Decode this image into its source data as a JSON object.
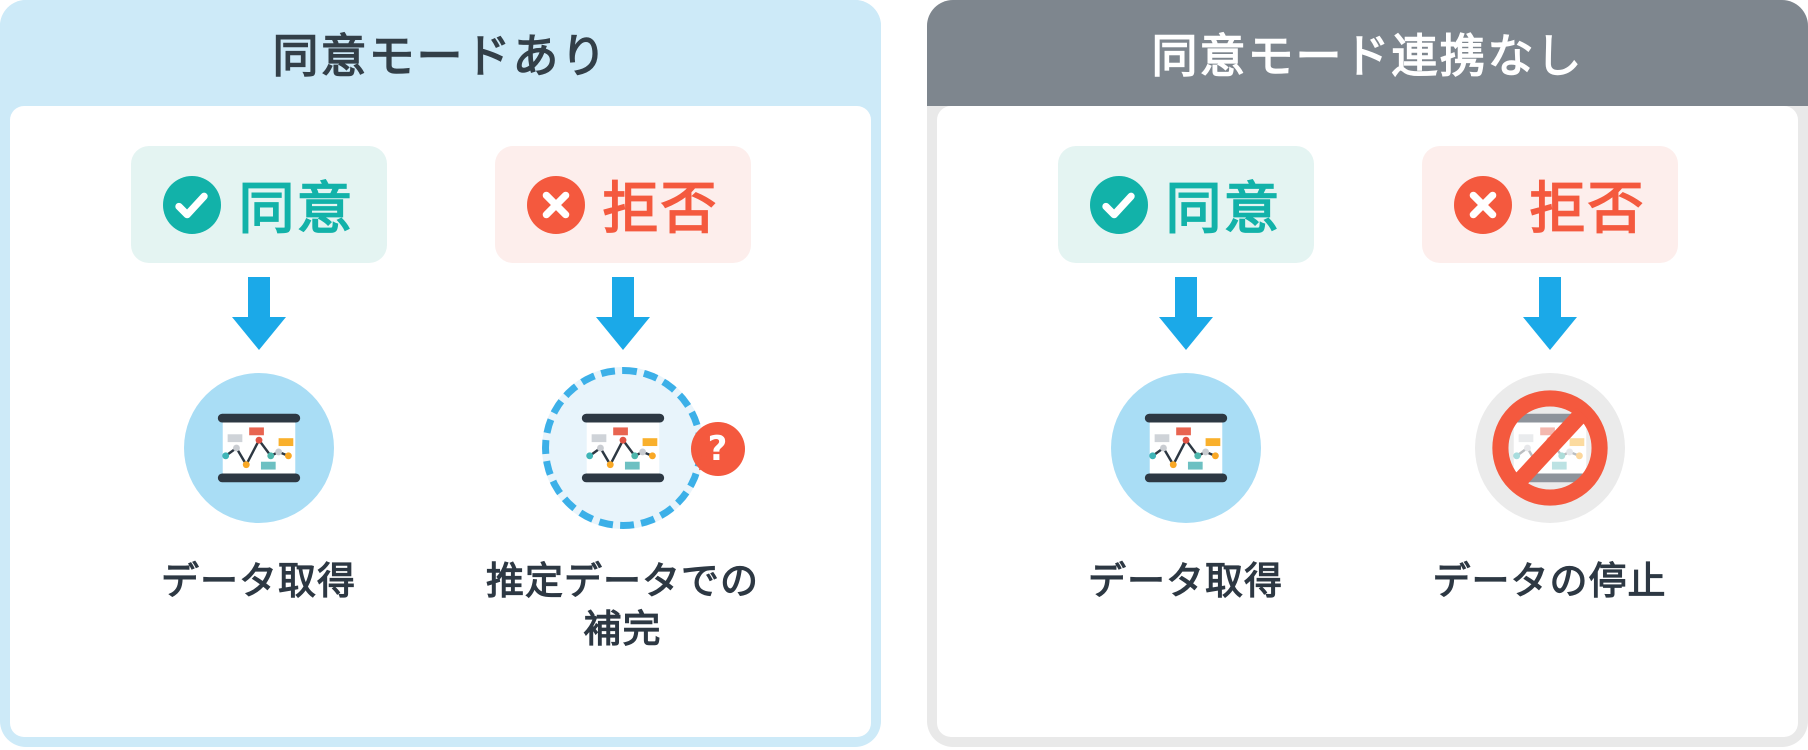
{
  "panels": [
    {
      "title": "同意モードあり",
      "columns": [
        {
          "badge": {
            "icon": "check-circle-icon",
            "label": "同意"
          },
          "outcome": "データ取得"
        },
        {
          "badge": {
            "icon": "x-circle-icon",
            "label": "拒否"
          },
          "question_bubble": "?",
          "outcome": "推定データでの\n補完"
        }
      ]
    },
    {
      "title": "同意モード連携なし",
      "columns": [
        {
          "badge": {
            "icon": "check-circle-icon",
            "label": "同意"
          },
          "outcome": "データ取得"
        },
        {
          "badge": {
            "icon": "x-circle-icon",
            "label": "拒否"
          },
          "outcome": "データの停止"
        }
      ]
    }
  ],
  "colors": {
    "left_header_bg": "#cdeaf8",
    "left_title_text": "#333f48",
    "right_header_bg": "#7e868e",
    "right_title_text": "#ffffff",
    "right_panel_border": "#e9e9e9",
    "consent_accent": "#12b2a9",
    "consent_badge_bg": "#e4f4f2",
    "deny_accent": "#f4593e",
    "deny_badge_bg": "#fdeeec",
    "arrow_blue": "#1ba9e8",
    "icon_circle_blue": "#a9ddf5",
    "dashed_circle_border": "#3cb0e8",
    "dashed_circle_fill": "#e8f4fb",
    "blocked_circle_bg": "#ebebeb",
    "label_text": "#2d3843"
  }
}
